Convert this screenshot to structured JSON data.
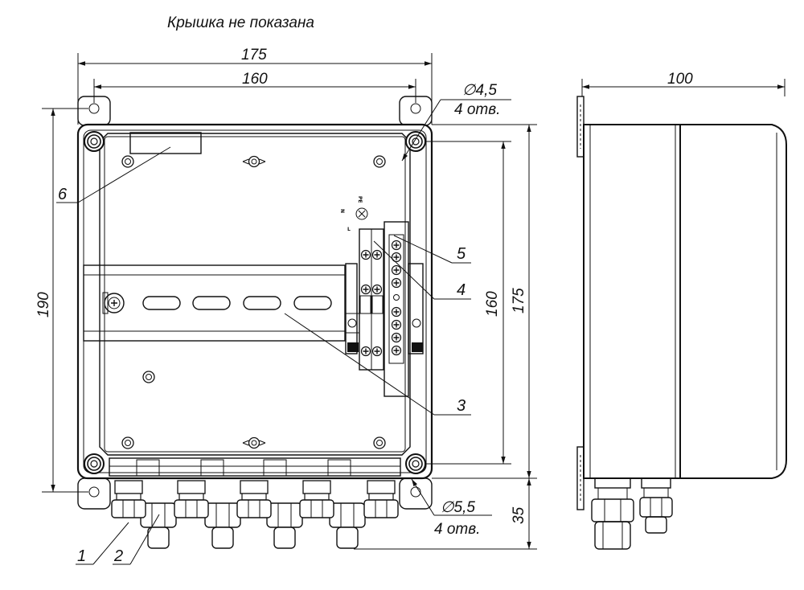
{
  "note": "Крышка не показана",
  "dimensions": {
    "width_outer": "175",
    "width_holes": "160",
    "height_outer": "190",
    "height_holes": "160",
    "height_body": "175",
    "gland_length": "35",
    "depth": "100",
    "hole_small": "∅4,5",
    "hole_small_count": "4 отв.",
    "hole_large": "∅5,5",
    "hole_large_count": "4 отв."
  },
  "callouts": [
    "1",
    "2",
    "3",
    "4",
    "5",
    "6"
  ],
  "terminal_marks": {
    "top": "PE",
    "left": "N",
    "bottom": "L"
  }
}
